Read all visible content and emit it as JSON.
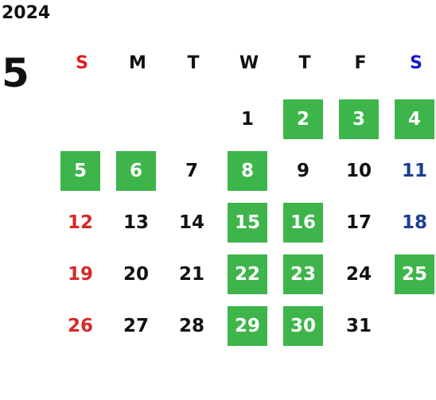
{
  "header": {
    "year": "2024",
    "month": "5"
  },
  "weekdays": [
    "S",
    "M",
    "T",
    "W",
    "T",
    "F",
    "S"
  ],
  "first_weekday_index": 3,
  "days_in_month": 31,
  "highlighted_days": [
    2,
    3,
    4,
    5,
    6,
    8,
    15,
    16,
    22,
    23,
    25,
    29,
    30
  ],
  "colors": {
    "highlight": "#3db54a",
    "highlight_text": "#ffffff",
    "sunday_header": "#e02020",
    "saturday_header": "#1a1ad0",
    "sunday_text": "#d42a2a",
    "saturday_text": "#1c3f93",
    "default_text": "#111111"
  }
}
